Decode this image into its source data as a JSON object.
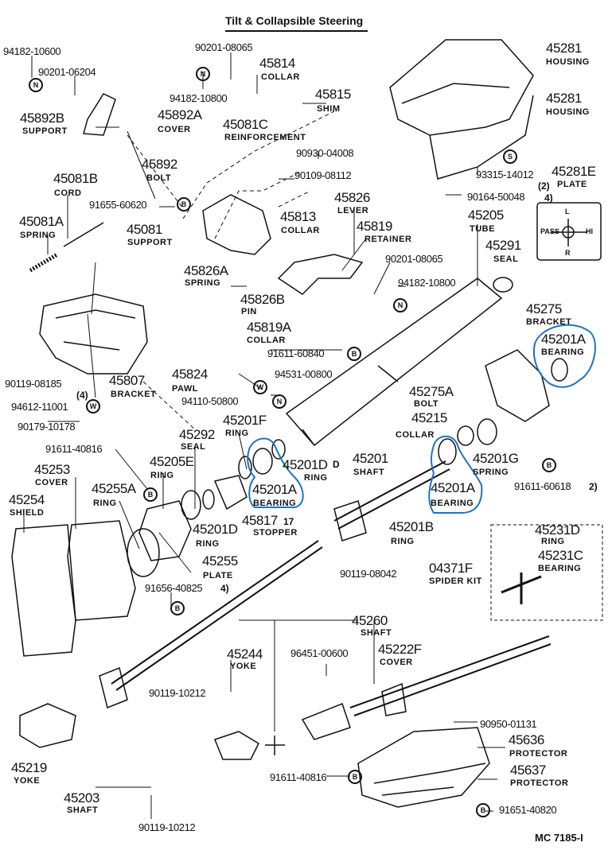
{
  "title": "Tilt & Collapsible Steering",
  "code": "MC 7185-I",
  "highlight_color": "#1e73c8",
  "parts": [
    {
      "num": "45892B",
      "desc": "SUPPORT"
    },
    {
      "num": "45814",
      "desc": "COLLAR"
    },
    {
      "num": "45815",
      "desc": "SHIM"
    },
    {
      "num": "45892A",
      "desc": "COVER"
    },
    {
      "num": "45081C",
      "desc": "REINFORCEMENT"
    },
    {
      "num": "45892",
      "desc": "BOLT"
    },
    {
      "num": "45081B",
      "desc": "CORD"
    },
    {
      "num": "45826",
      "desc": "LEVER"
    },
    {
      "num": "45081A",
      "desc": "SPRING"
    },
    {
      "num": "45813",
      "desc": "COLLAR"
    },
    {
      "num": "45819",
      "desc": "RETAINER"
    },
    {
      "num": "45081",
      "desc": "SUPPORT"
    },
    {
      "num": "45826A",
      "desc": "SPRING"
    },
    {
      "num": "45826B",
      "desc": "PIN"
    },
    {
      "num": "45819A",
      "desc": "COLLAR"
    },
    {
      "num": "45807",
      "desc": "BRACKET"
    },
    {
      "num": "45824",
      "desc": "PAWL"
    },
    {
      "num": "45201F",
      "desc": "RING"
    },
    {
      "num": "45292",
      "desc": "SEAL"
    },
    {
      "num": "45205E",
      "desc": "RING"
    },
    {
      "num": "45253",
      "desc": "COVER"
    },
    {
      "num": "45201D",
      "desc": "RING"
    },
    {
      "num": "45255A",
      "desc": "RING"
    },
    {
      "num": "45254",
      "desc": "SHIELD"
    },
    {
      "num": "45201A",
      "desc": "BEARING"
    },
    {
      "num": "45201D",
      "desc": "RING"
    },
    {
      "num": "45817",
      "desc": "STOPPER"
    },
    {
      "num": "45255",
      "desc": "PLATE"
    },
    {
      "num": "45281",
      "desc": "HOUSING"
    },
    {
      "num": "45281",
      "desc": "HOUSING"
    },
    {
      "num": "45281E",
      "desc": "PLATE"
    },
    {
      "num": "45205",
      "desc": "TUBE"
    },
    {
      "num": "45291",
      "desc": "SEAL"
    },
    {
      "num": "45275",
      "desc": "BRACKET"
    },
    {
      "num": "45201A",
      "desc": "BEARING"
    },
    {
      "num": "45275A",
      "desc": "BOLT"
    },
    {
      "num": "45215",
      "desc": "COLLAR"
    },
    {
      "num": "45201",
      "desc": "SHAFT"
    },
    {
      "num": "45201A",
      "desc": "BEARING"
    },
    {
      "num": "45201G",
      "desc": "SPRING"
    },
    {
      "num": "45201B",
      "desc": "RING"
    },
    {
      "num": "45231D",
      "desc": "RING"
    },
    {
      "num": "45231C",
      "desc": "BEARING"
    },
    {
      "num": "04371F",
      "desc": "SPIDER KIT"
    },
    {
      "num": "45260",
      "desc": "SHAFT"
    },
    {
      "num": "45244",
      "desc": "YOKE"
    },
    {
      "num": "45222F",
      "desc": "COVER"
    },
    {
      "num": "45636",
      "desc": "PROTECTOR"
    },
    {
      "num": "45637",
      "desc": "PROTECTOR"
    },
    {
      "num": "45219",
      "desc": "YOKE"
    },
    {
      "num": "45203",
      "desc": "SHAFT"
    }
  ],
  "hardware": [
    "94182-10600",
    "90201-06204",
    "90201-08065",
    "94182-10800",
    "90930-04008",
    "90109-08112",
    "91655-60620",
    "90201-08065",
    "94182-10800",
    "91611-60840",
    "90119-08185",
    "94612-11001",
    "94531-00800",
    "94110-50800",
    "90179-10178",
    "91611-40816",
    "91656-40825",
    "93315-14012",
    "90164-50048",
    "91611-60618",
    "90119-08042",
    "96451-00600",
    "90119-10212",
    "90950-01131",
    "91611-40816",
    "91651-40820",
    "90119-10212"
  ],
  "notes": [
    "(4)",
    "D",
    "17",
    "4)",
    "(2)",
    "4)",
    "2)"
  ],
  "plate_labels": [
    "L",
    "PASS",
    "HI",
    "R"
  ],
  "badges": [
    "N",
    "N",
    "B",
    "W",
    "N",
    "B",
    "W",
    "B",
    "B",
    "B",
    "B",
    "S",
    "B",
    "N"
  ]
}
